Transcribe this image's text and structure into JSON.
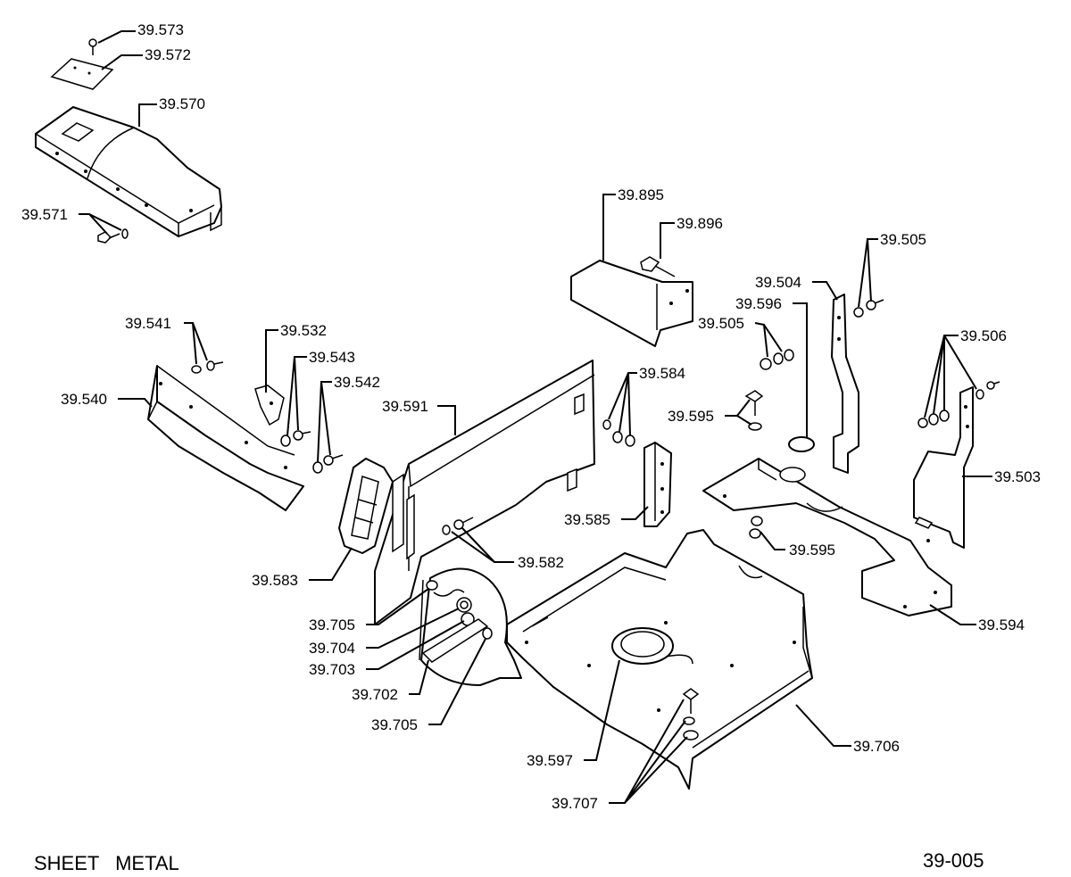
{
  "caption": {
    "title": "SHEET METAL",
    "page_code": "39-005"
  },
  "callouts": {
    "c39_573": "39.573",
    "c39_572": "39.572",
    "c39_570": "39.570",
    "c39_571": "39.571",
    "c39_895": "39.895",
    "c39_896": "39.896",
    "c39_505a": "39.505",
    "c39_504": "39.504",
    "c39_596": "39.596",
    "c39_505b": "39.505",
    "c39_506": "39.506",
    "c39_541": "39.541",
    "c39_532": "39.532",
    "c39_543": "39.543",
    "c39_542": "39.542",
    "c39_540": "39.540",
    "c39_584": "39.584",
    "c39_591": "39.591",
    "c39_595a": "39.595",
    "c39_503": "39.503",
    "c39_585": "39.585",
    "c39_595b": "39.595",
    "c39_582": "39.582",
    "c39_583": "39.583",
    "c39_594": "39.594",
    "c39_705a": "39.705",
    "c39_704": "39.704",
    "c39_703": "39.703",
    "c39_702": "39.702",
    "c39_705b": "39.705",
    "c39_706": "39.706",
    "c39_597": "39.597",
    "c39_707": "39.707"
  }
}
